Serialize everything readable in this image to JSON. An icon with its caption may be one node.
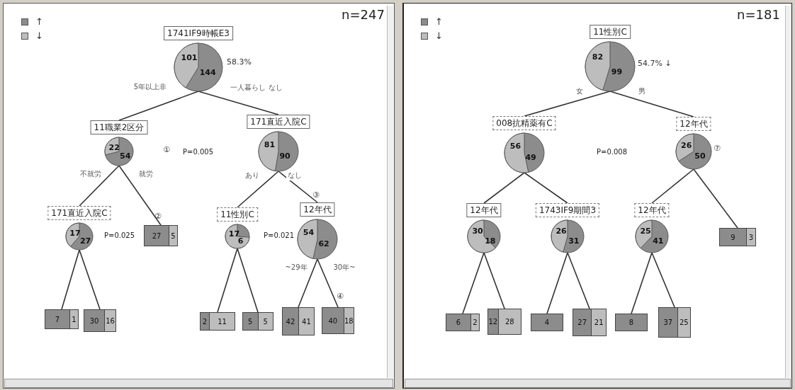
{
  "diagram": {
    "nodes": [
      {
        "text": [
          "1741IF9時帳E3",
          "101",
          "144"
        ],
        "beside": [
          "58.3%"
        ]
      },
      {
        "text": [
          "11職業2区分",
          "22",
          "54"
        ],
        "beside": [
          "①"
        ]
      },
      {
        "text": [
          "171直近入院C",
          "81",
          "90"
        ]
      },
      {
        "text": [
          "171直近入院C",
          "17",
          "27"
        ]
      },
      {
        "text": [
          "27",
          "5"
        ],
        "beside": [
          "②"
        ]
      },
      {
        "text": [
          "11性別C",
          "17",
          "6"
        ]
      },
      {
        "text": [
          "12年代",
          "54",
          "62"
        ],
        "beside": [
          "③"
        ]
      },
      {
        "text": [
          "7",
          "1"
        ]
      },
      {
        "text": [
          "30",
          "16"
        ]
      },
      {
        "text": [
          "2",
          "11"
        ]
      },
      {
        "text": [
          "5",
          "5"
        ]
      },
      {
        "text": [
          "42",
          "41"
        ]
      },
      {
        "text": [
          "40",
          "18"
        ],
        "beside": [
          "④"
        ]
      },
      {
        "text": [
          "11性別C",
          "82",
          "99"
        ],
        "beside": [
          "54.7% ↓"
        ]
      },
      {
        "text": [
          "008抗精薬有C",
          "56",
          "49"
        ]
      },
      {
        "text": [
          "12年代",
          "26",
          "50"
        ],
        "beside": [
          "⑦"
        ]
      },
      {
        "text": [
          "12年代",
          "30",
          "18"
        ]
      },
      {
        "text": [
          "1743IF9期間3",
          "26",
          "31"
        ]
      },
      {
        "text": [
          "12年代",
          "25",
          "41"
        ]
      },
      {
        "text": [
          "9",
          "3"
        ]
      },
      {
        "text": [
          "6",
          "2"
        ]
      },
      {
        "text": [
          "12",
          "28"
        ]
      },
      {
        "text": [
          "4"
        ]
      },
      {
        "text": [
          "27",
          "21"
        ]
      },
      {
        "text": [
          "8"
        ]
      },
      {
        "text": [
          "37",
          "25"
        ]
      }
    ],
    "edges": [
      {
        "from": 0,
        "to": 1,
        "arrow": "none",
        "label": "5年以上非"
      },
      {
        "from": 0,
        "to": 2,
        "arrow": "none",
        "label": "一人暮らし なし"
      },
      {
        "from": 1,
        "to": 3,
        "arrow": "none",
        "label": "不就労"
      },
      {
        "from": 1,
        "to": 4,
        "arrow": "none",
        "label": "就労"
      },
      {
        "from": 2,
        "to": 5,
        "arrow": "none",
        "label": "あり"
      },
      {
        "from": 2,
        "to": 6,
        "arrow": "none",
        "label": "なし"
      },
      {
        "from": 3,
        "to": 7,
        "arrow": "none"
      },
      {
        "from": 3,
        "to": 8,
        "arrow": "none"
      },
      {
        "from": 5,
        "to": 9,
        "arrow": "none"
      },
      {
        "from": 5,
        "to": 10,
        "arrow": "none"
      },
      {
        "from": 6,
        "to": 11,
        "arrow": "none",
        "label": "~29年"
      },
      {
        "from": 6,
        "to": 12,
        "arrow": "none",
        "label": "30年~"
      },
      {
        "from": 13,
        "to": 14,
        "arrow": "none",
        "label": "女"
      },
      {
        "from": 13,
        "to": 15,
        "arrow": "none",
        "label": "男"
      },
      {
        "from": 14,
        "to": 16,
        "arrow": "none"
      },
      {
        "from": 14,
        "to": 17,
        "arrow": "none"
      },
      {
        "from": 15,
        "to": 18,
        "arrow": "none"
      },
      {
        "from": 15,
        "to": 19,
        "arrow": "none"
      },
      {
        "from": 16,
        "to": 20,
        "arrow": "none"
      },
      {
        "from": 16,
        "to": 21,
        "arrow": "none"
      },
      {
        "from": 17,
        "to": 22,
        "arrow": "none"
      },
      {
        "from": 17,
        "to": 23,
        "arrow": "none"
      },
      {
        "from": 18,
        "to": 24,
        "arrow": "none"
      },
      {
        "from": 18,
        "to": 25,
        "arrow": "none"
      }
    ],
    "labels": [
      "n=247",
      "P=0.005",
      "P=0.025",
      "P=0.021",
      "n=181",
      "P=0.008"
    ],
    "legend": [
      {
        "text": "↑",
        "color": "#8c8c8c"
      },
      {
        "text": "↓",
        "color": "#bdbdbd"
      },
      {
        "text": "↑",
        "color": "#8c8c8c"
      },
      {
        "text": "↓",
        "color": "#bdbdbd"
      }
    ]
  }
}
